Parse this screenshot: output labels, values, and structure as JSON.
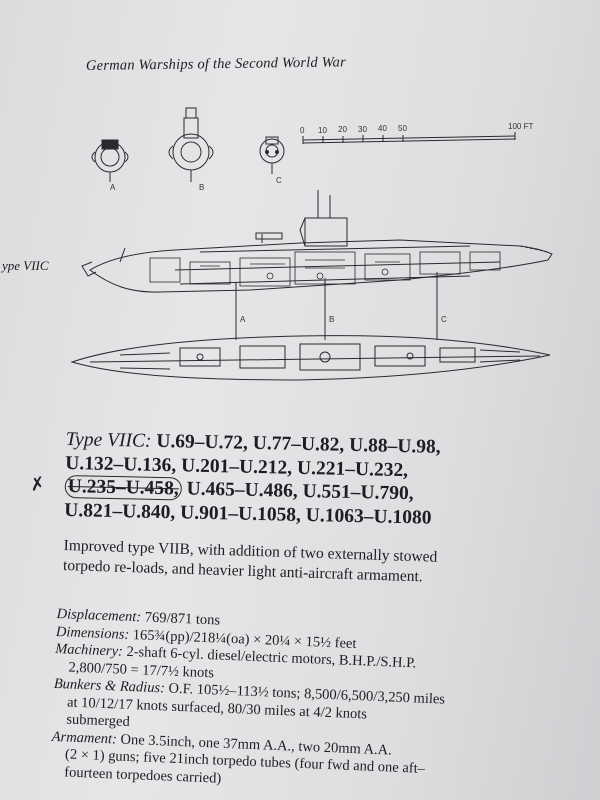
{
  "running_head": "German Warships of the Second World War",
  "figure": {
    "label": "ype VIIC",
    "sections": [
      "A",
      "B",
      "C"
    ],
    "scale_ticks": [
      "0",
      "10",
      "20",
      "30",
      "40",
      "50"
    ],
    "scale_end": "100 FT"
  },
  "heading": {
    "type_name": "Type VIIC:",
    "line1": "U.69–U.72, U.77–U.82, U.88–U.98,",
    "line2": "U.132–U.136, U.201–U.212, U.221–U.232,",
    "line3_circled": "U.235–U.458,",
    "line3_rest": "U.465–U.486, U.551–U.790,",
    "line4": "U.821–U.840, U.901–U.1058, U.1063–U.1080",
    "margin_mark": "✗"
  },
  "description": {
    "line1": "Improved type VIIB, with addition of two externally stowed",
    "line2": "torpedo re-loads, and heavier light anti-aircraft armament."
  },
  "specs": {
    "displacement_label": "Displacement:",
    "displacement_value": "769/871 tons",
    "dimensions_label": "Dimensions:",
    "dimensions_value": "165¾(pp)/218¼(oa) × 20¼ × 15½ feet",
    "machinery_label": "Machinery:",
    "machinery_value": "2-shaft 6-cyl. diesel/electric motors, B.H.P./S.H.P.",
    "machinery_cont": "2,800/750 = 17/7½ knots",
    "bunkers_label": "Bunkers & Radius:",
    "bunkers_value": "O.F. 105½–113½ tons; 8,500/6,500/3,250 miles",
    "bunkers_cont1": "at 10/12/17 knots surfaced, 80/30 miles at 4/2 knots",
    "bunkers_cont2": "submerged",
    "armament_label": "Armament:",
    "armament_value": "One 3.5inch, one 37mm A.A., two 20mm A.A.",
    "armament_cont1": "(2 × 1) guns; five 21inch torpedo tubes (four fwd and one aft–",
    "armament_cont2": "fourteen torpedoes carried)"
  }
}
